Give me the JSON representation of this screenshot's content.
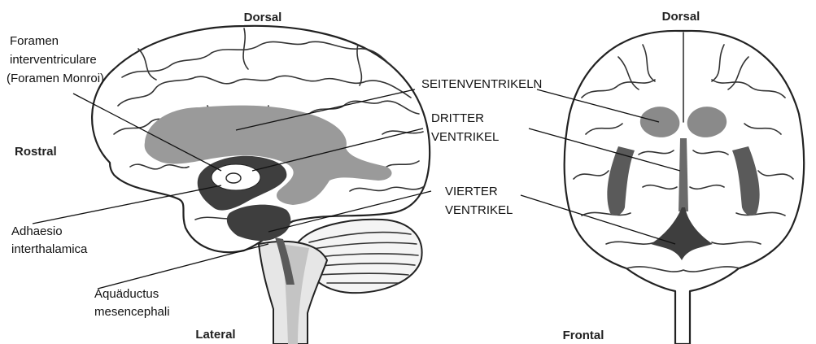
{
  "lateral_view": {
    "orientation": {
      "top": "Dorsal",
      "left": "Rostral",
      "bottom": "Lateral"
    }
  },
  "frontal_view": {
    "orientation": {
      "top": "Dorsal",
      "bottom": "Frontal"
    }
  },
  "labels": {
    "foramen": [
      "Foramen",
      "interventriculare",
      "(Foramen Monroi)"
    ],
    "adhaesio": [
      "Adhaesio",
      "interthalamica"
    ],
    "aquaeductus": [
      "Aquäductus",
      "mesencephali"
    ],
    "seitenventrikeln": "SEITENVENTRIKELN",
    "dritter": [
      "DRITTER",
      "VENTRIKEL"
    ],
    "vierter": [
      "VIERTER",
      "VENTRIKEL"
    ]
  },
  "colors": {
    "ventricle_light": "#9a9a9a",
    "ventricle_dark": "#3e3e3e",
    "brainstem_shade": "#c4c4c4",
    "outline": "#222222"
  }
}
